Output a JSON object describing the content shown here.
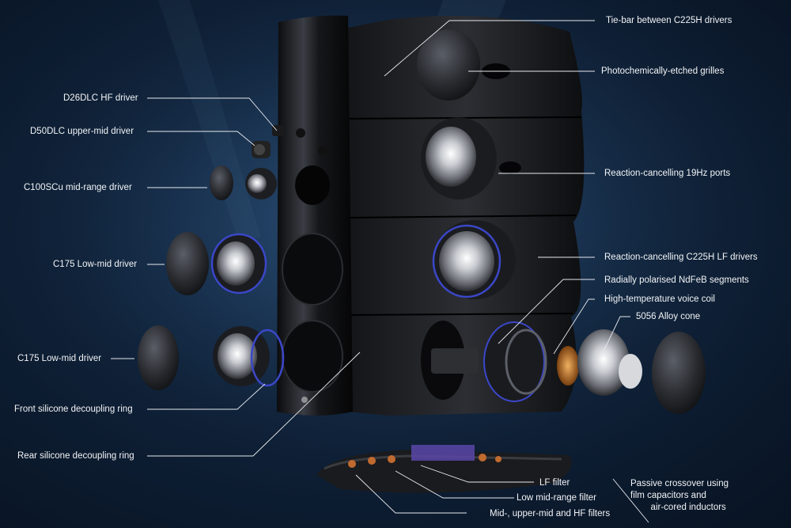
{
  "callouts": {
    "tie_bar": "Tie-bar between C225H drivers",
    "grilles": "Photochemically-etched grilles",
    "hf_driver": "D26DLC HF driver",
    "upper_mid_driver": "D50DLC upper-mid driver",
    "mid_range_driver": "C100SCu mid-range driver",
    "ports": "Reaction-cancelling 19Hz ports",
    "low_mid_driver_1": "C175 Low-mid driver",
    "lf_drivers": "Reaction-cancelling C225H LF drivers",
    "ndfeb": "Radially polarised NdFeB segments",
    "voice_coil": "High-temperature voice coil",
    "alloy_cone": "5056 Alloy cone",
    "low_mid_driver_2": "C175 Low-mid driver",
    "front_ring": "Front silicone decoupling ring",
    "rear_ring": "Rear silicone decoupling ring",
    "lf_filter": "LF filter",
    "low_mid_filter": "Low mid-range filter",
    "hf_filters": "Mid-, upper-mid and HF filters",
    "crossover": "Passive crossover using\nfilm capacitors and\n        air-cored inductors"
  }
}
